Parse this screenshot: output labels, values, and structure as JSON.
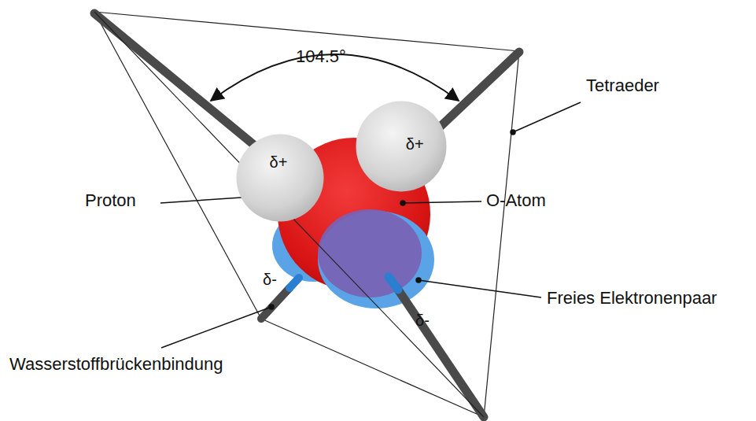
{
  "diagram": {
    "nodes": [
      {
        "text": [
          "δ+"
        ]
      },
      {
        "text": [
          "δ+"
        ]
      }
    ],
    "labels": [
      "104.5°",
      "Tetraeder",
      "Proton",
      "O-Atom",
      "δ-",
      "Freies Elektronenpaar",
      "δ-",
      "Wasserstoffbrückenbindung"
    ]
  }
}
